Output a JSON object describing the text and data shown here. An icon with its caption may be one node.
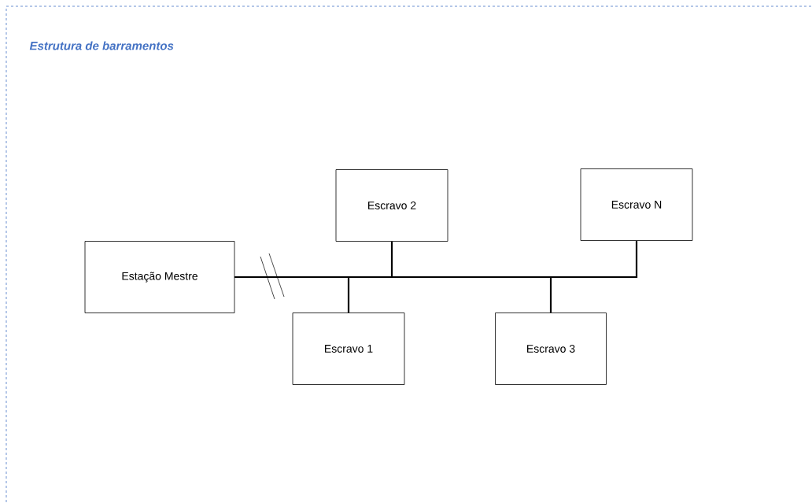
{
  "diagram": {
    "title": "Estrutura de barramentos",
    "nodes": [
      {
        "text": [
          "Estação  Mestre"
        ]
      },
      {
        "text": [
          "Escravo 2"
        ]
      },
      {
        "text": [
          "Escravo N"
        ]
      },
      {
        "text": [
          "Escravo 1"
        ]
      },
      {
        "text": [
          "Escravo 3"
        ]
      }
    ],
    "edges": [
      {
        "from": 0,
        "to": 3,
        "arrow": "none"
      },
      {
        "from": 0,
        "to": 1,
        "arrow": "none"
      },
      {
        "from": 0,
        "to": 4,
        "arrow": "none"
      },
      {
        "from": 0,
        "to": 2,
        "arrow": "none"
      }
    ]
  }
}
